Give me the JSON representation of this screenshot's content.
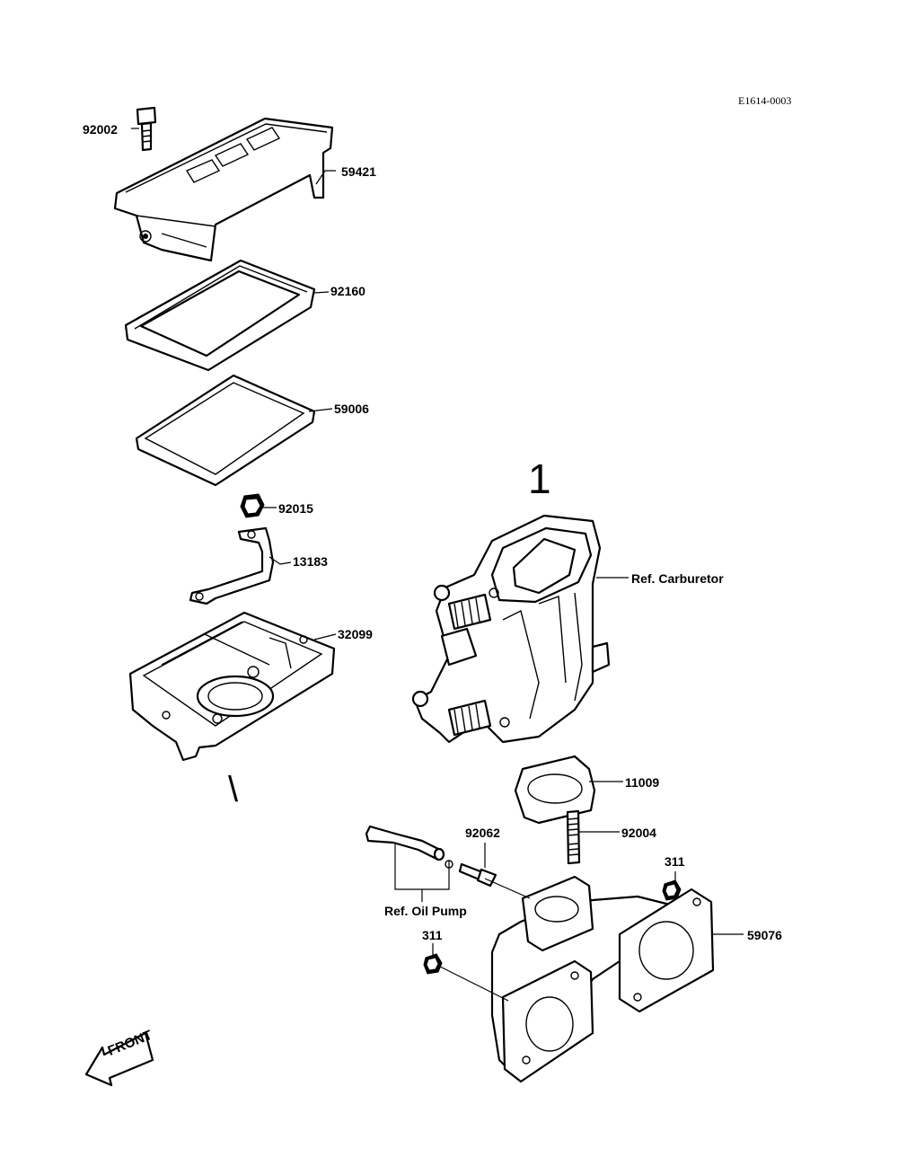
{
  "doc_code": "E1614-0003",
  "group_marks": [
    "1",
    "\\"
  ],
  "front_label": "FRONT",
  "parts": [
    {
      "number": "92002"
    },
    {
      "number": "59421"
    },
    {
      "number": "92160"
    },
    {
      "number": "59006"
    },
    {
      "number": "92015"
    },
    {
      "number": "13183"
    },
    {
      "number": "32099"
    },
    {
      "number": "11009"
    },
    {
      "number": "92062"
    },
    {
      "number": "92004"
    },
    {
      "number": "311"
    },
    {
      "number": "311"
    },
    {
      "number": "59076"
    }
  ],
  "references": [
    "Ref. Carburetor",
    "Ref. Oil Pump"
  ]
}
